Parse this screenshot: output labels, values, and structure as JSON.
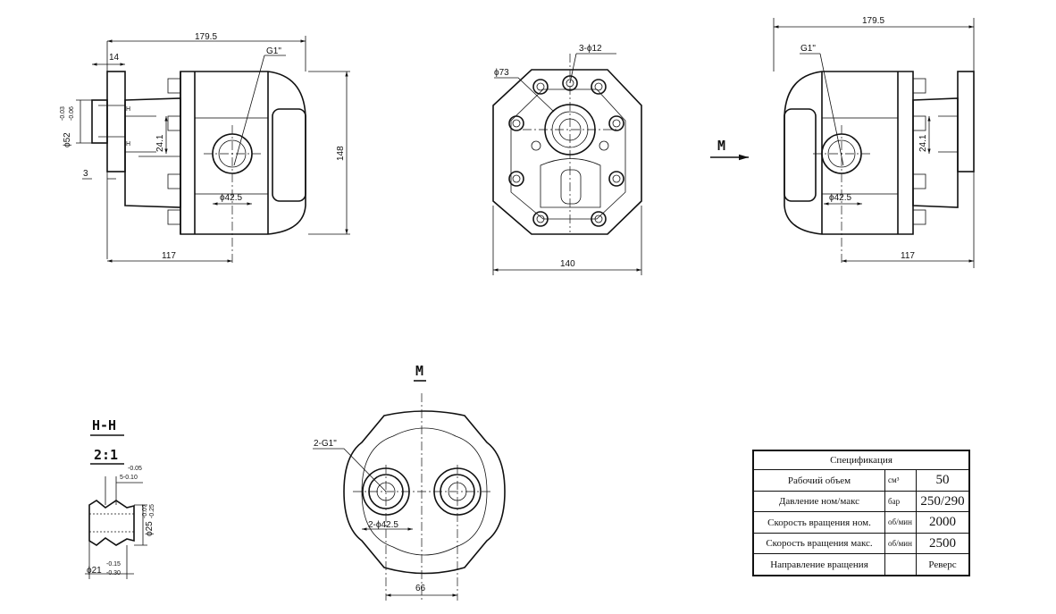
{
  "views": {
    "left": {
      "width_total": "179.5",
      "flange_width": "14",
      "port": "G1\"",
      "shaft_dia": "ϕ52",
      "shaft_tol_upper": "-0.03",
      "shaft_tol_lower": "-0.06",
      "shoulder": "3",
      "offset": "24.1",
      "port_dia": "ϕ42.5",
      "height": "148",
      "base_len": "117",
      "section_letter": "H"
    },
    "front": {
      "holes": "3-ϕ12",
      "pilot": "ϕ73",
      "width": "140"
    },
    "right": {
      "width_total": "179.5",
      "port": "G1\"",
      "offset": "24.1",
      "port_dia": "ϕ42.5",
      "base_len": "117",
      "arrow_label": "M"
    },
    "section": {
      "title": "H-H",
      "scale": "2:1",
      "tol1_upper": "-0.05",
      "tol1": "5-0.10",
      "dia25": "ϕ25",
      "dia25_tol_upper": "-0.07",
      "dia25_tol_lower": "-0.25",
      "dia21": "ϕ21",
      "dia21_tol_upper": "-0.15",
      "dia21_tol_lower": "-0.30"
    },
    "bottom": {
      "title": "M",
      "ports": "2-G1\"",
      "port_dia": "2-ϕ42.5",
      "spacing": "66"
    }
  },
  "spec": {
    "title": "Спецификация",
    "rows": [
      {
        "name": "Рабочий объем",
        "unit": "см³",
        "value": "50"
      },
      {
        "name": "Давление ном/макс",
        "unit": "бар",
        "value": "250/290"
      },
      {
        "name": "Скорость вращения ном.",
        "unit": "об/мин",
        "value": "2000"
      },
      {
        "name": "Скорость вращения макс.",
        "unit": "об/мин",
        "value": "2500"
      },
      {
        "name": "Направление вращения",
        "unit": "",
        "value": "Реверс"
      }
    ]
  }
}
